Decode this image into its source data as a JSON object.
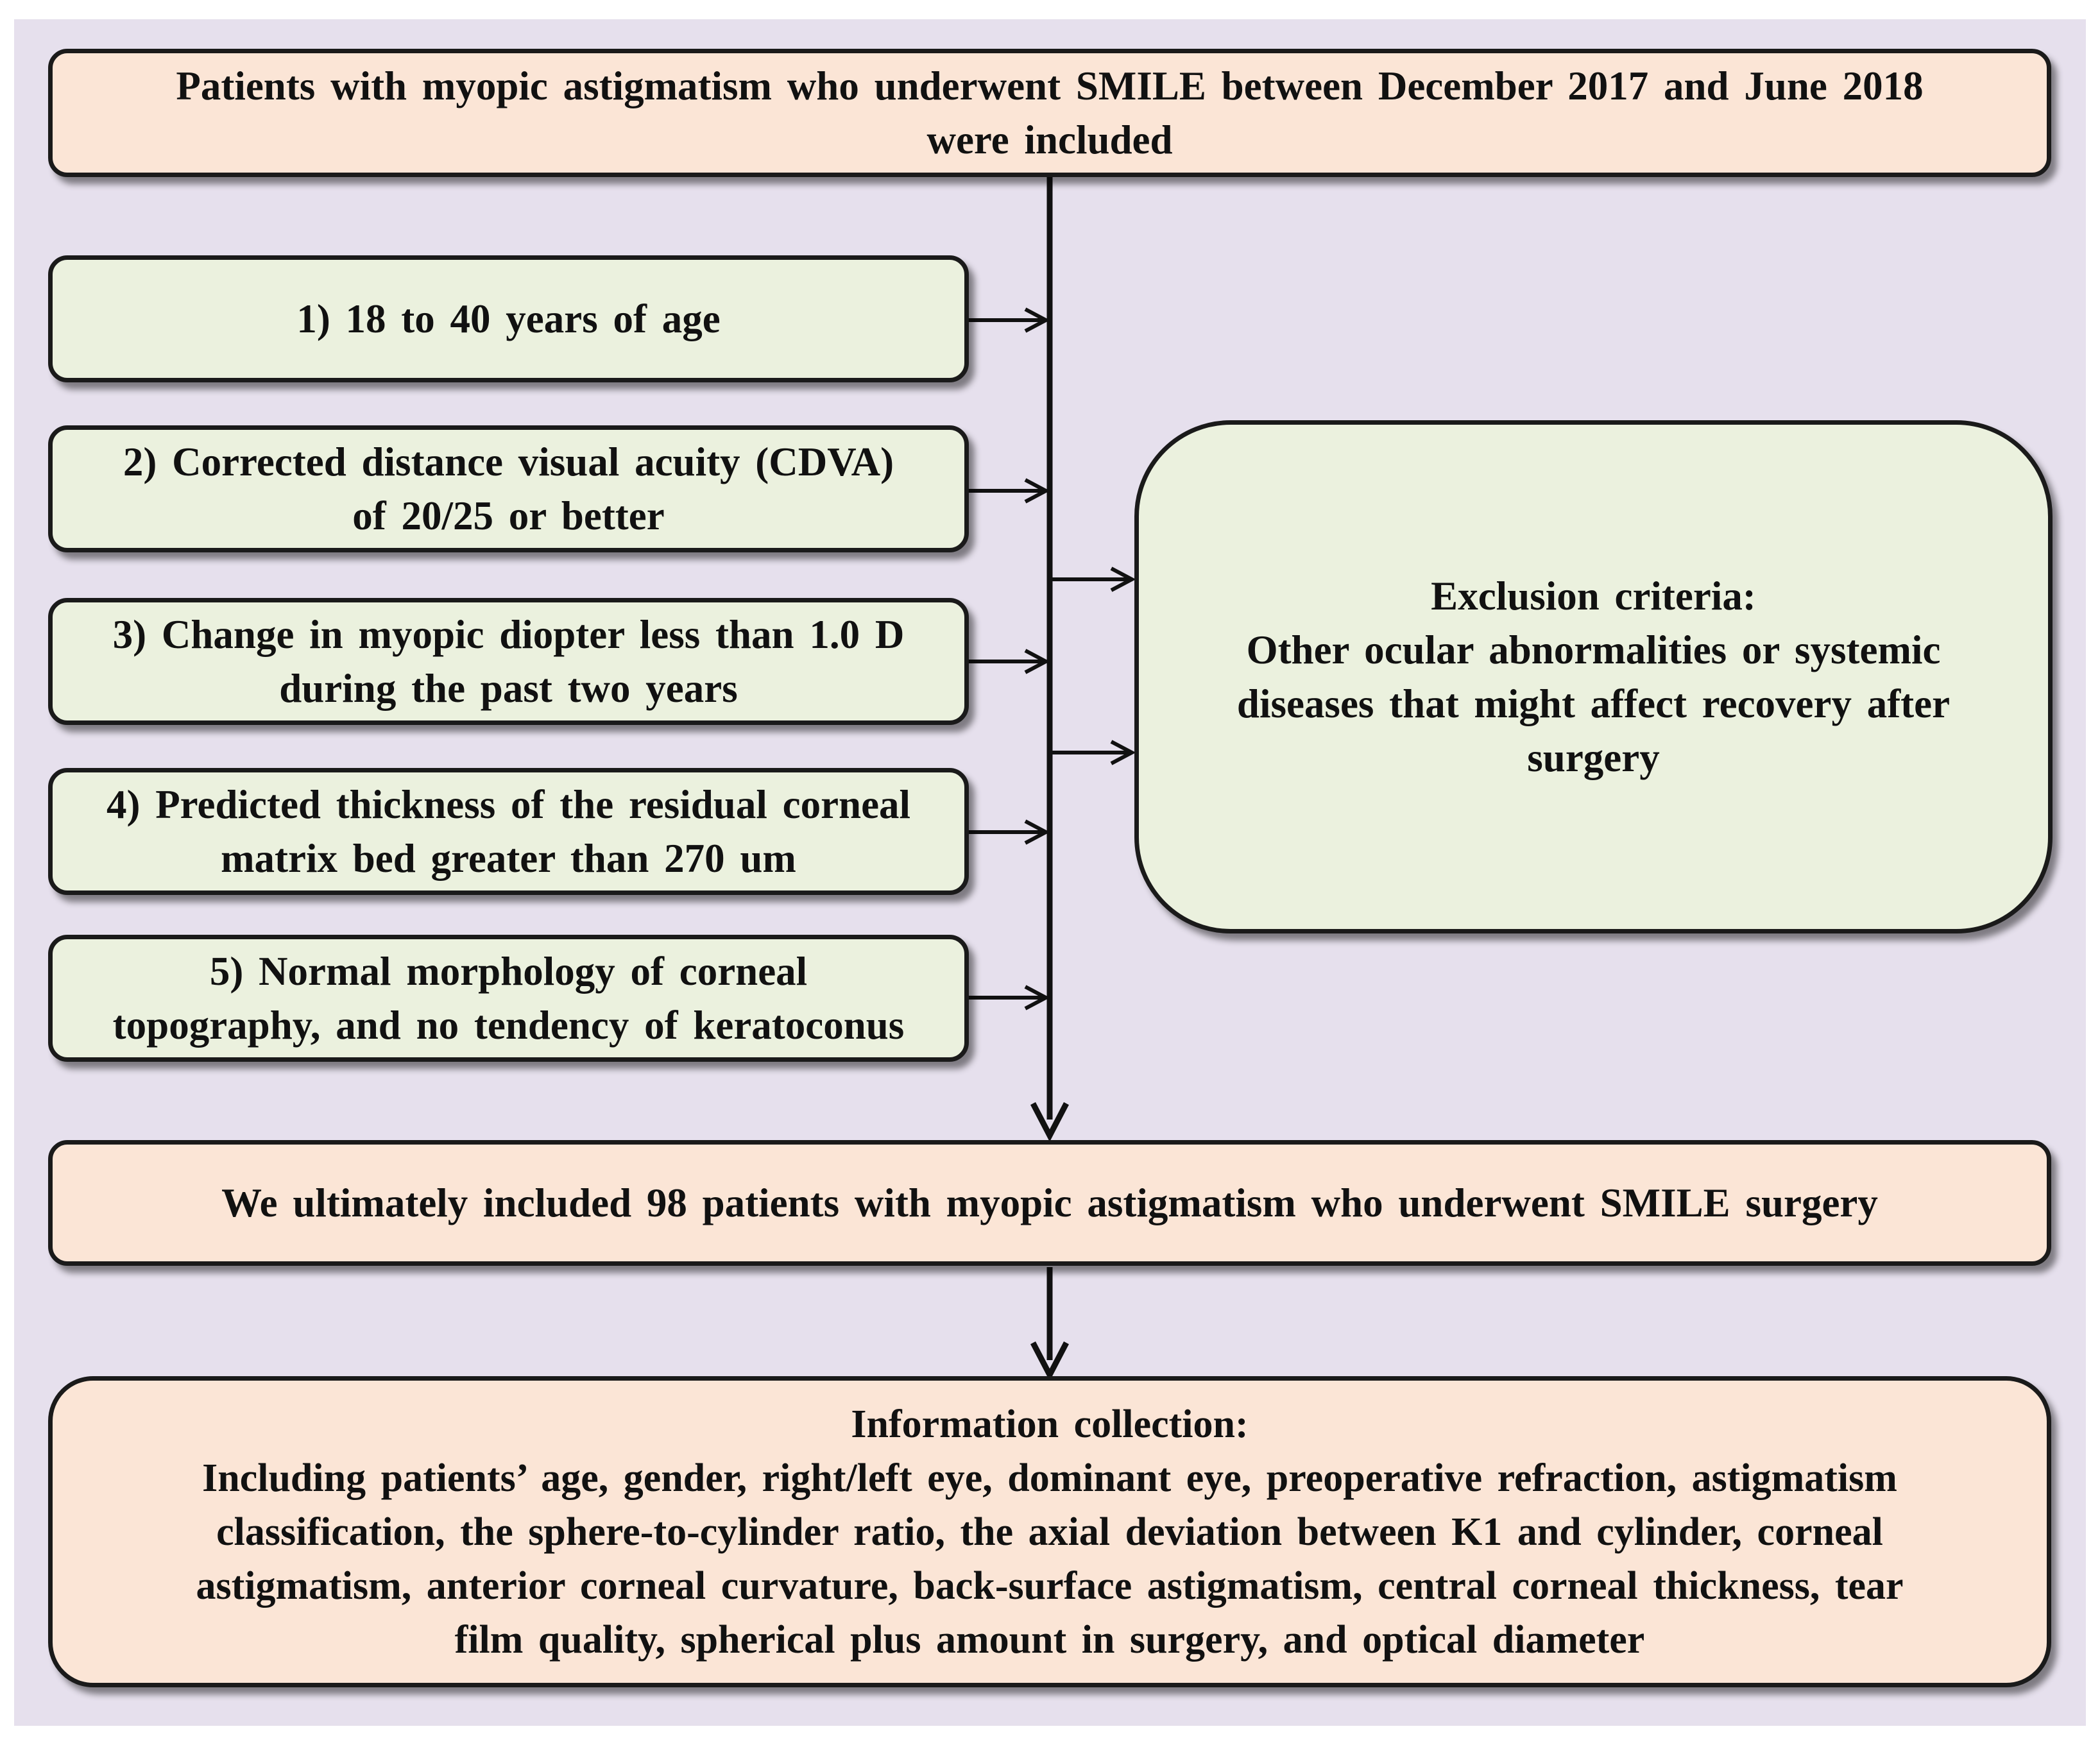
{
  "colors": {
    "background_panel": "#e6e0ed",
    "peach_box": "#fbe5d6",
    "green_box": "#ebf1de",
    "border": "#1a1a1a"
  },
  "top_box": {
    "line1": "Patients with myopic astigmatism who underwent SMILE between December 2017 and June 2018",
    "line2": "were included"
  },
  "criteria": [
    {
      "line1": "1) 18 to 40 years of age",
      "line2": ""
    },
    {
      "line1": "2) Corrected distance visual acuity (CDVA)",
      "line2": "of 20/25 or better"
    },
    {
      "line1": "3) Change in myopic diopter less than 1.0 D",
      "line2": "during the past two years"
    },
    {
      "line1": "4) Predicted thickness of the residual corneal",
      "line2": "matrix bed greater than 270 um"
    },
    {
      "line1": "5) Normal morphology of corneal",
      "line2": "topography, and no tendency of keratoconus"
    }
  ],
  "exclusion": {
    "title": "Exclusion criteria:",
    "line1": "Other ocular abnormalities or systemic",
    "line2": "diseases that might affect recovery after",
    "line3": "surgery"
  },
  "included_box": {
    "text": "We ultimately included 98 patients with myopic astigmatism who underwent SMILE surgery"
  },
  "info_box": {
    "title": "Information collection:",
    "line1": "Including patients’ age, gender, right/left eye, dominant eye, preoperative refraction, astigmatism",
    "line2": "classification, the sphere-to-cylinder ratio, the axial deviation between K1 and cylinder, corneal",
    "line3": "astigmatism, anterior corneal curvature, back-surface astigmatism, central corneal thickness, tear",
    "line4": "film quality, spherical plus amount in surgery, and optical diameter"
  }
}
